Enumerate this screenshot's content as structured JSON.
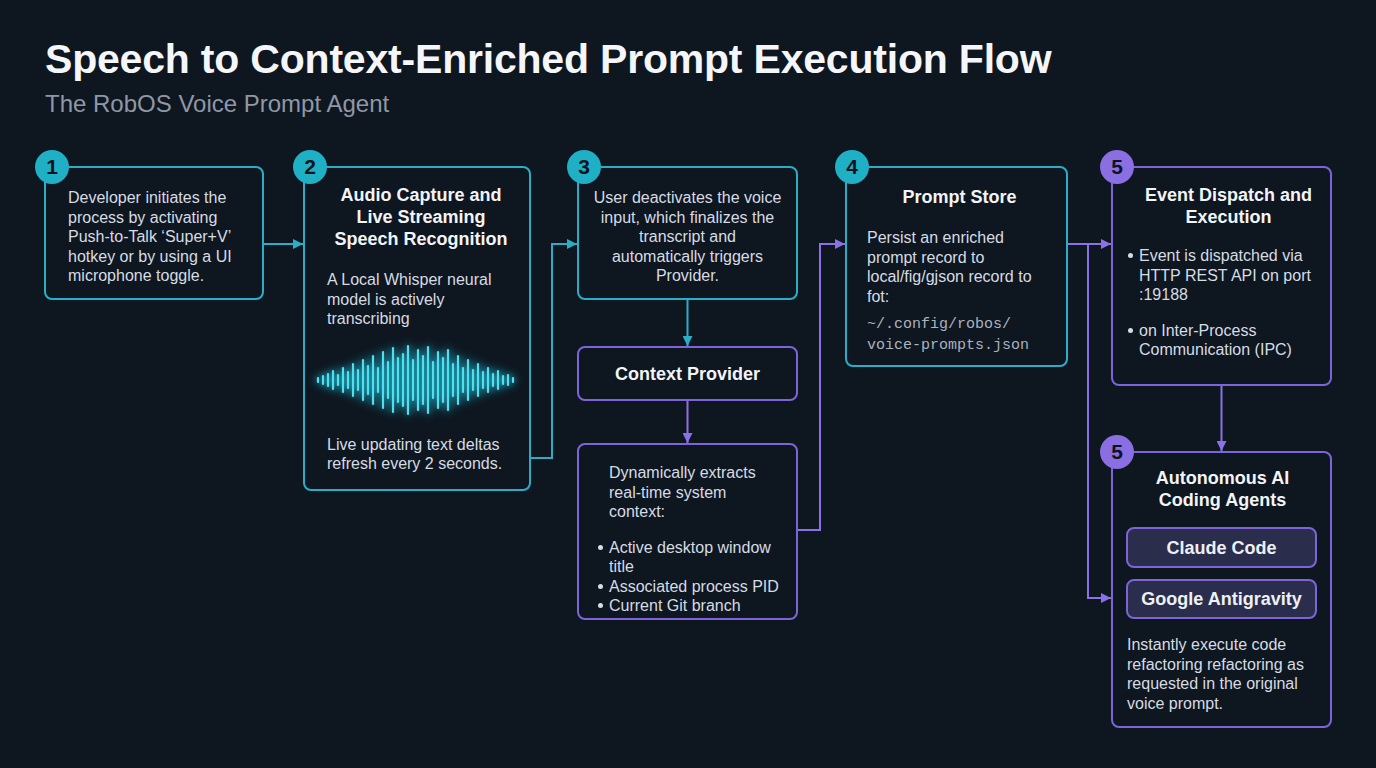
{
  "diagram": {
    "title": "Speech to Context-Enriched Prompt Execution Flow",
    "nodes": [
      {
        "text": [
          "Developer initiates the process by activating Push-to-Talk ‘Super+V’ hotkey or by using a UI microphone toggle."
        ]
      },
      {
        "text": [
          "Audio Capture and Live Streaming Speech Recognition",
          "A Local Whisper neural model is actively transcribing",
          "Live updating text deltas refresh every 2 seconds."
        ]
      },
      {
        "text": [
          "User deactivates the voice input, which finalizes the transcript and automatically triggers Provider."
        ]
      },
      {
        "text": [
          "Context Provider"
        ]
      },
      {
        "text": [
          "Dynamically extracts real-time system context:",
          "Active desktop window title",
          "Associated process PID",
          "Current Git branch"
        ]
      },
      {
        "text": [
          "Prompt Store",
          "Persist an enriched prompt record to local/fig/gjson record to fot:",
          "~/.config/robos/ voice-prompts.json"
        ]
      },
      {
        "text": [
          "Event Dispatch and Execution",
          "Event is dispatched via HTTP REST API on port :19188",
          "on Inter-Process Communication (IPC)"
        ]
      },
      {
        "text": [
          "Autonomous AI Coding Agents",
          "Instantly execute code refactoring refactoring as requested in the original voice prompt."
        ]
      },
      {
        "text": [
          "Claude Code"
        ],
        "in": 7
      },
      {
        "text": [
          "Google Antigravity"
        ],
        "in": 7
      }
    ],
    "edges": [
      {
        "from": 0,
        "to": 1,
        "arrow": "to"
      },
      {
        "from": 1,
        "to": 2,
        "arrow": "to"
      },
      {
        "from": 2,
        "to": 3,
        "arrow": "to"
      },
      {
        "from": 3,
        "to": 4,
        "arrow": "to"
      },
      {
        "from": 4,
        "to": 5,
        "arrow": "to"
      },
      {
        "from": 5,
        "to": 6,
        "arrow": "to"
      },
      {
        "from": 5,
        "to": 7,
        "arrow": "to"
      },
      {
        "from": 6,
        "to": 7,
        "arrow": "to"
      }
    ],
    "labels": [
      "The RobOS Voice Prompt Agent",
      "1",
      "2",
      "3",
      "4",
      "5",
      "5"
    ]
  }
}
